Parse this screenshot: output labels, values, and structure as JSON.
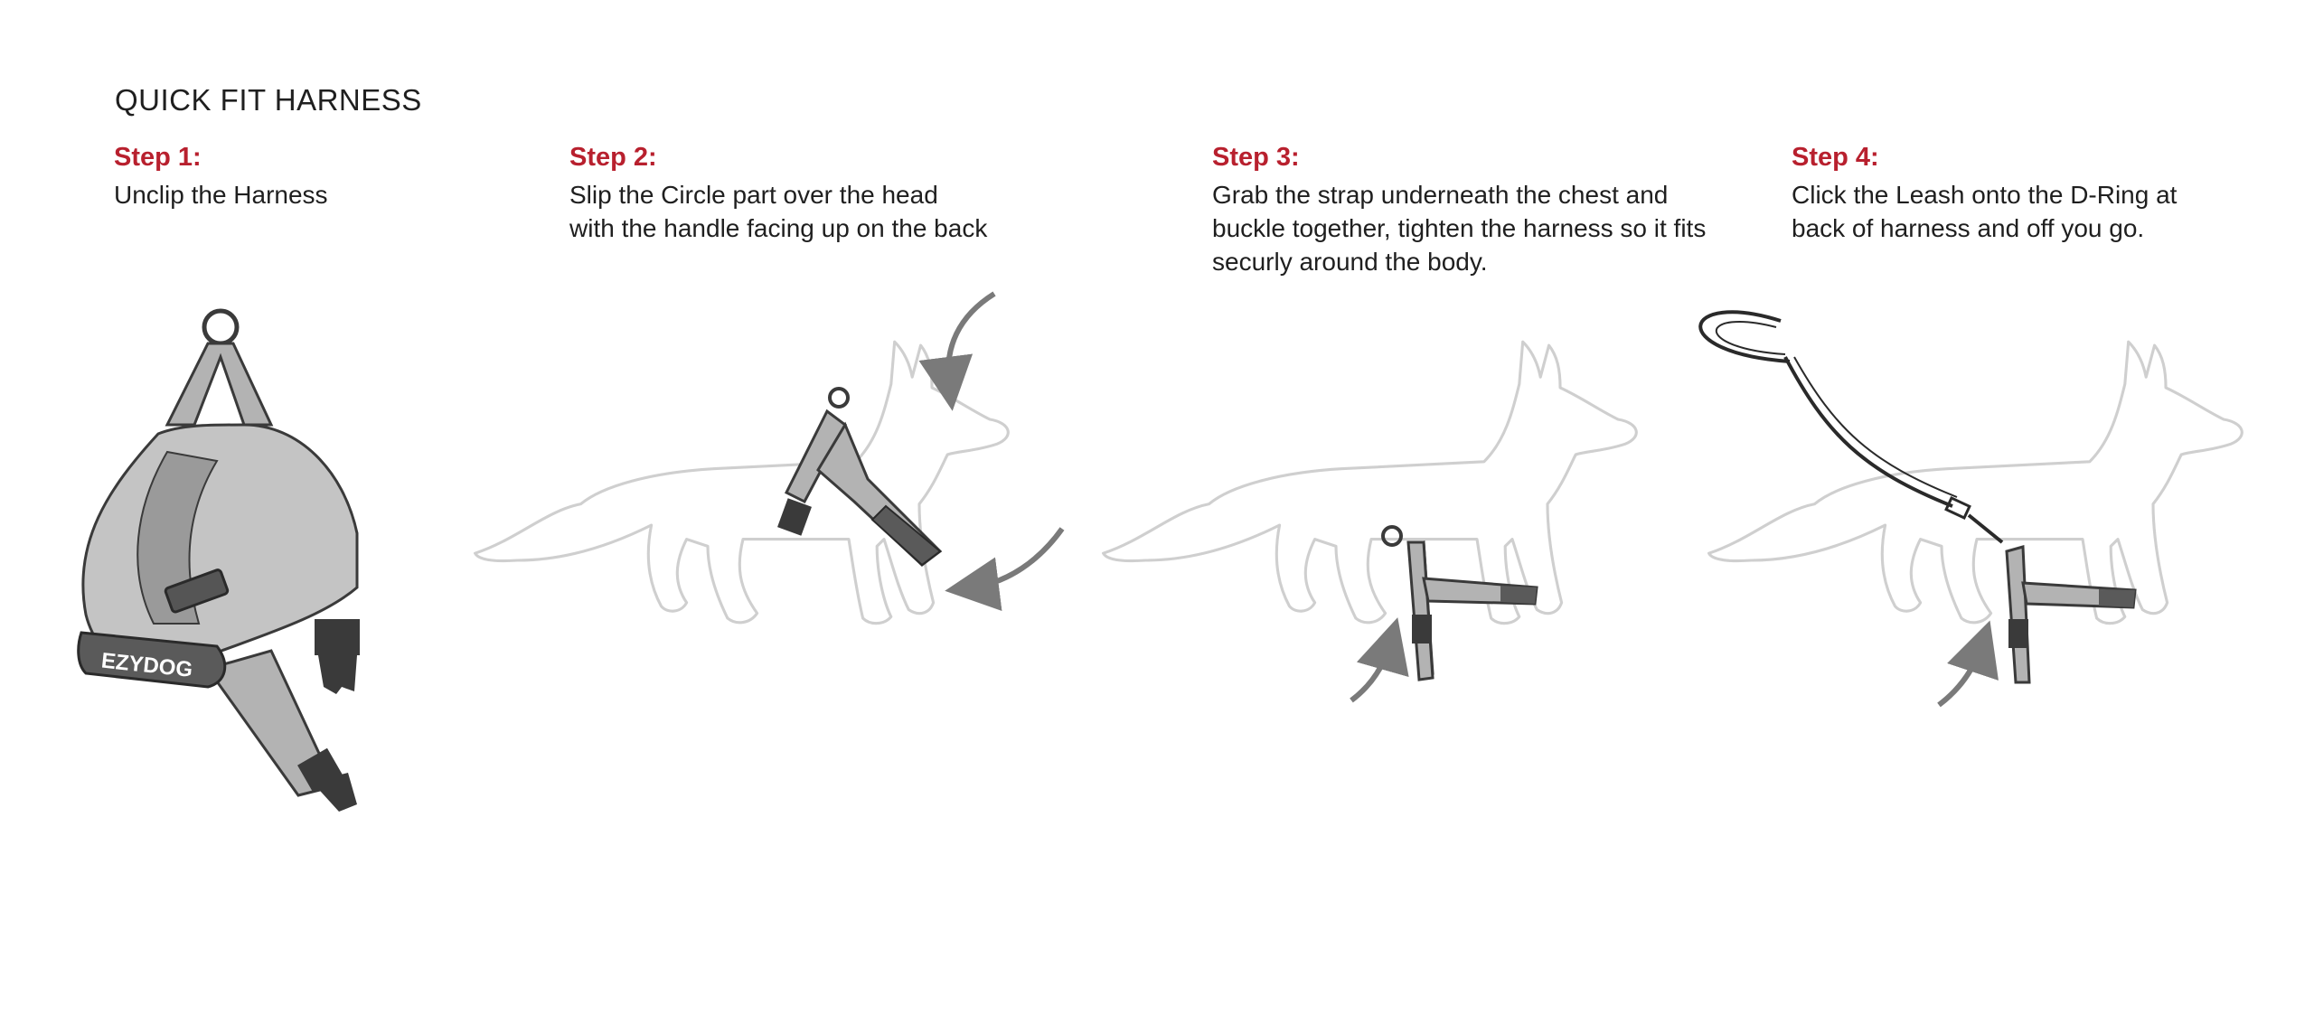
{
  "title": "QUICK FIT HARNESS",
  "steps": [
    {
      "label": "Step 1:",
      "lines": [
        "Unclip the Harness"
      ]
    },
    {
      "label": "Step 2:",
      "lines": [
        "Slip the Circle part over the head",
        "with the handle facing up on the back"
      ]
    },
    {
      "label": "Step 3:",
      "lines": [
        "Grab the strap underneath the chest and",
        "buckle together, tighten the harness so it fits",
        "securly around the body."
      ]
    },
    {
      "label": "Step 4:",
      "lines": [
        "Click the Leash onto the D-Ring at",
        "back of harness and off you go."
      ]
    }
  ],
  "brand_mark": "EZYDOG",
  "colors": {
    "step_label": "#b8202e",
    "dog_outline": "#cfcfcf",
    "harness_fill": "#b3b3b3",
    "harness_dark": "#4a4a4a",
    "arrow": "#7a7a7a"
  },
  "icons": [
    "harness-illustration",
    "dog-outline",
    "curved-arrow-icon",
    "leash-illustration"
  ]
}
